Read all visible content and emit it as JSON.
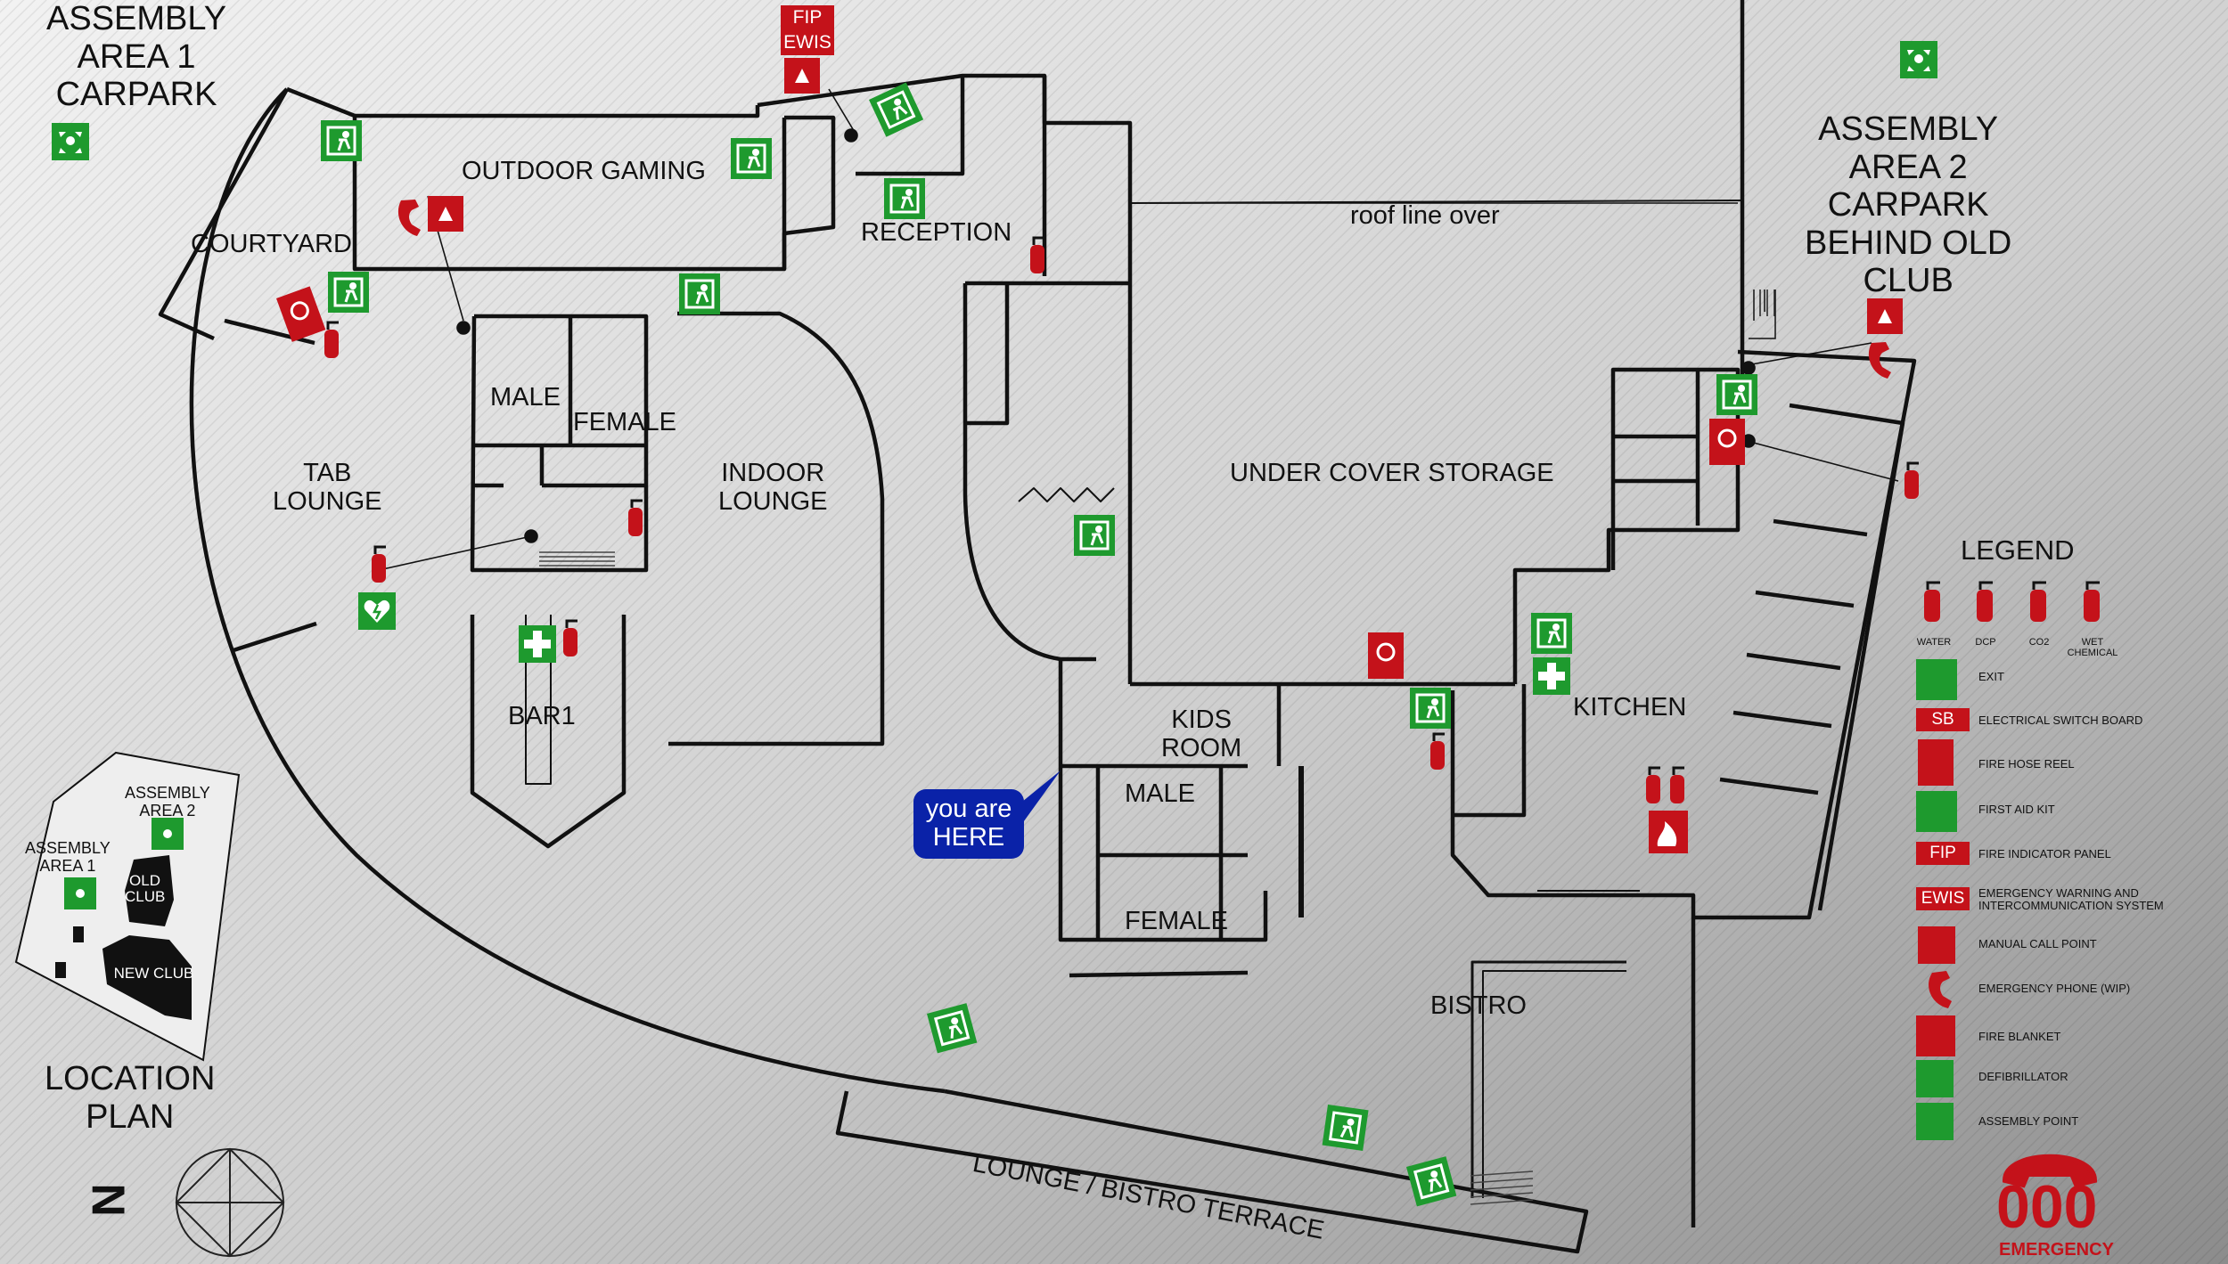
{
  "labels": {
    "assembly_area_1": "ASSEMBLY\nAREA 1\nCARPARK",
    "assembly_area_2": "ASSEMBLY\nAREA 2\nCARPARK\nBEHIND OLD\nCLUB",
    "outdoor_gaming": "OUTDOOR GAMING",
    "courtyard": "COURTYARD",
    "reception": "RECEPTION",
    "roof_line": "roof line over",
    "male_1": "MALE",
    "female_1": "FEMALE",
    "tab_lounge": "TAB\nLOUNGE",
    "indoor_lounge": "INDOOR\nLOUNGE",
    "bar1": "BAR1",
    "under_cover_storage": "UNDER COVER STORAGE",
    "kids_room": "KIDS\nROOM",
    "male_2": "MALE",
    "female_2": "FEMALE",
    "kitchen": "KITCHEN",
    "bistro": "BISTRO",
    "terrace": "LOUNGE / BISTRO TERRACE",
    "location_plan": "LOCATION\nPLAN",
    "north": "N",
    "fip_sign": "FIP",
    "ewis_sign": "EWIS",
    "you_are_here": "you are\nHERE"
  },
  "location_plan": {
    "assembly_area_1": "ASSEMBLY\nAREA 1",
    "assembly_area_2": "ASSEMBLY\nAREA 2",
    "old_club": "OLD\nCLUB",
    "new_club": "NEW CLUB"
  },
  "legend": {
    "title": "LEGEND",
    "extinguishers": [
      "WATER",
      "DCP",
      "CO2",
      "WET\nCHEMICAL"
    ],
    "items": [
      {
        "icon": "exit-sign-icon",
        "text": "EXIT"
      },
      {
        "icon": "switch-board-icon",
        "badge": "SB",
        "text": "ELECTRICAL SWITCH BOARD"
      },
      {
        "icon": "fire-hose-reel-icon",
        "text": "FIRE HOSE REEL"
      },
      {
        "icon": "first-aid-kit-icon",
        "text": "FIRST AID KIT"
      },
      {
        "icon": "fire-indicator-panel-icon",
        "badge": "FIP",
        "text": "FIRE INDICATOR PANEL"
      },
      {
        "icon": "ewis-icon",
        "badge": "EWIS",
        "text": "EMERGENCY WARNING AND\nINTERCOMMUNICATION SYSTEM"
      },
      {
        "icon": "manual-call-point-icon",
        "text": "MANUAL CALL POINT"
      },
      {
        "icon": "emergency-phone-icon",
        "text": "EMERGENCY PHONE (WIP)"
      },
      {
        "icon": "fire-blanket-icon",
        "text": "FIRE BLANKET"
      },
      {
        "icon": "defibrillator-icon",
        "text": "DEFIBRILLATOR"
      },
      {
        "icon": "assembly-point-icon",
        "text": "ASSEMBLY POINT"
      }
    ]
  },
  "emergency": {
    "number": "000",
    "label": "EMERGENCY"
  },
  "colors": {
    "exit_green": "#1e9a2e",
    "fire_red": "#c4121a",
    "here_blue": "#0a22a8",
    "wall": "#111111"
  }
}
